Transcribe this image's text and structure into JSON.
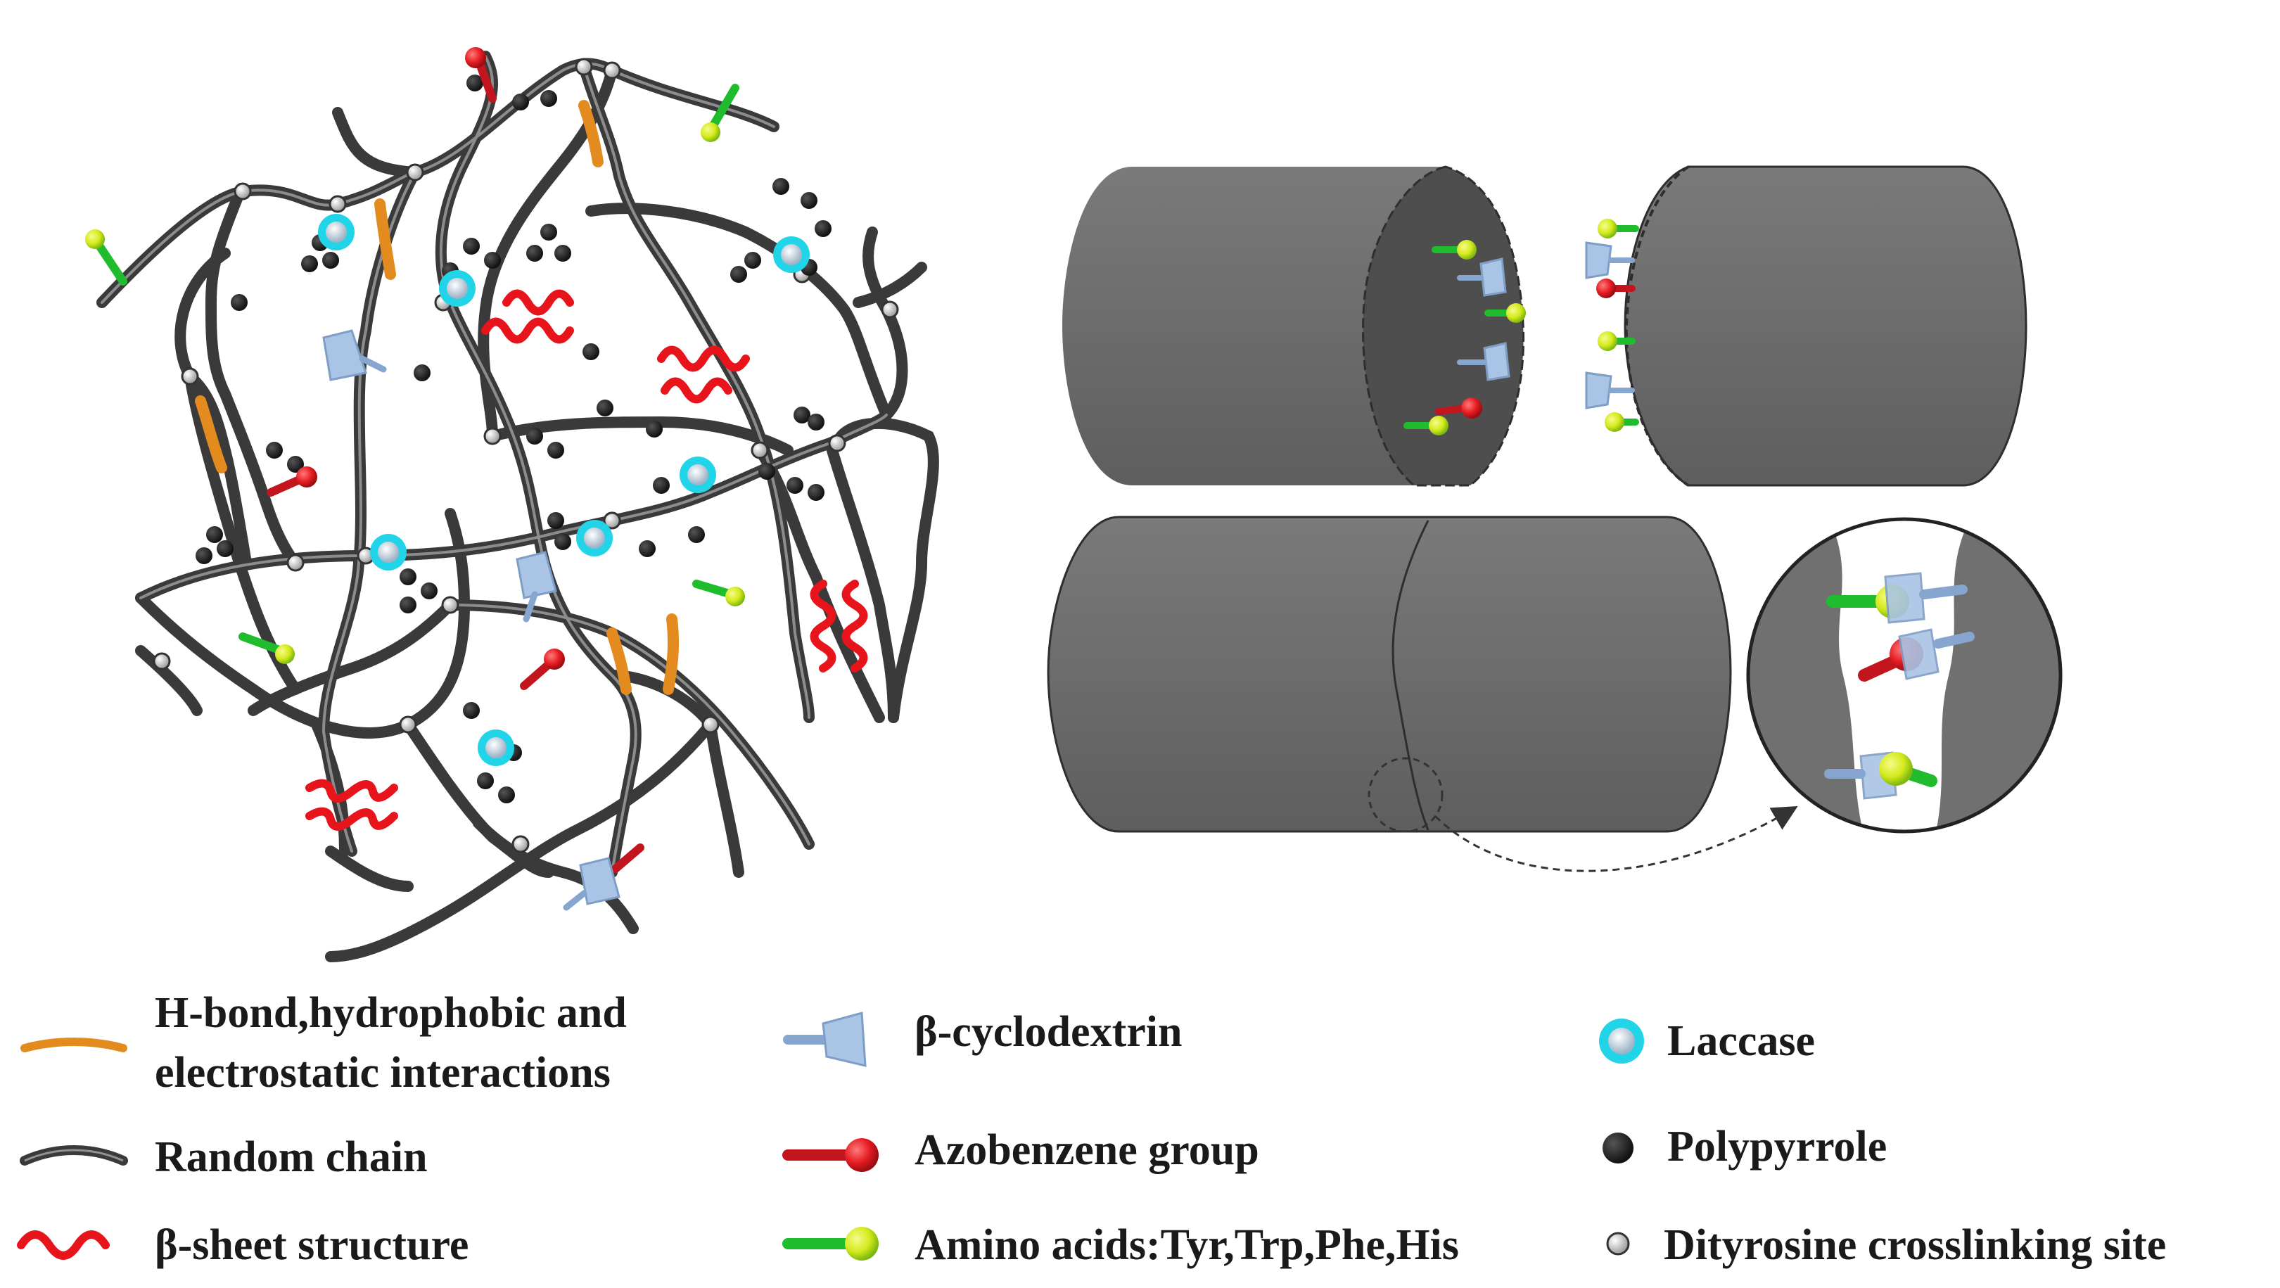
{
  "legend": {
    "hbond": "H-bond,hydrophobic and",
    "hbond2": "electrostatic interactions",
    "random": "Random chain",
    "beta_sheet": "β-sheet structure",
    "cyclodextrin": "β-cyclodextrin",
    "azobenzene": "Azobenzene group",
    "amino": "Amino acids:Tyr,Trp,Phe,His",
    "laccase": "Laccase",
    "polypyrrole": "Polypyrrole",
    "dityrosine": "Dityrosine crosslinking site"
  },
  "colors": {
    "chain": "#3a3a3a",
    "chain_highlight": "#9a9a9a",
    "hbond": "#e38b1f",
    "beta_sheet": "#e8141b",
    "laccase": "#22d4e8",
    "polypyrrole": "#1a1a1a",
    "cyclodextrin": "#a9c4e4",
    "azobenzene": "#c2151d",
    "amino_stem": "#1fbd2e",
    "amino_head": "#d9ec1c",
    "cylinder": "#6e6e6e",
    "cylinder_face": "#555555"
  }
}
